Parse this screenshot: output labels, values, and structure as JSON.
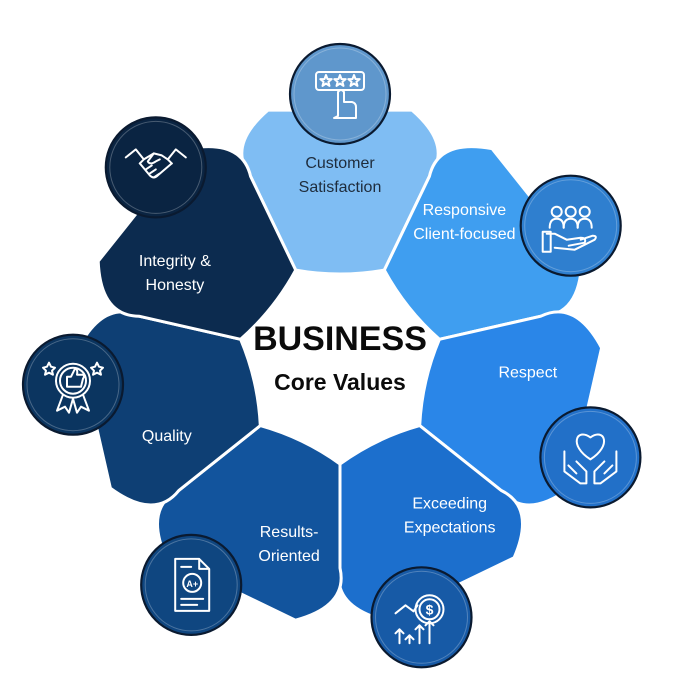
{
  "center": {
    "title": "BUSINESS",
    "subtitle": "Core Values"
  },
  "values": [
    {
      "label_lines": [
        "Customer",
        "Satisfaction"
      ],
      "color": "#7fbdf3",
      "icon_color": "#5f97cc",
      "text_style": "dark",
      "icon": "rating-stars-hand-icon"
    },
    {
      "label_lines": [
        "Responsive",
        "Client-focused"
      ],
      "color": "#3f9ef0",
      "icon_color": "#2f7fcf",
      "text_style": "light",
      "icon": "client-group-hand-icon"
    },
    {
      "label_lines": [
        "Respect"
      ],
      "color": "#2a86e8",
      "icon_color": "#2270c8",
      "text_style": "light",
      "icon": "heart-hands-icon"
    },
    {
      "label_lines": [
        "Exceeding",
        "Expectations"
      ],
      "color": "#1c6fcd",
      "icon_color": "#175aa6",
      "text_style": "light",
      "icon": "growth-chart-coin-icon"
    },
    {
      "label_lines": [
        "Results-",
        "Oriented"
      ],
      "color": "#12549d",
      "icon_color": "#0f4680",
      "text_style": "light",
      "icon": "graded-document-icon"
    },
    {
      "label_lines": [
        "Quality"
      ],
      "color": "#0e3f74",
      "icon_color": "#0b3560",
      "text_style": "light",
      "icon": "quality-badge-icon"
    },
    {
      "label_lines": [
        "Integrity &",
        "Honesty"
      ],
      "color": "#0c2b4f",
      "icon_color": "#0a2442",
      "text_style": "light",
      "icon": "handshake-icon"
    }
  ]
}
